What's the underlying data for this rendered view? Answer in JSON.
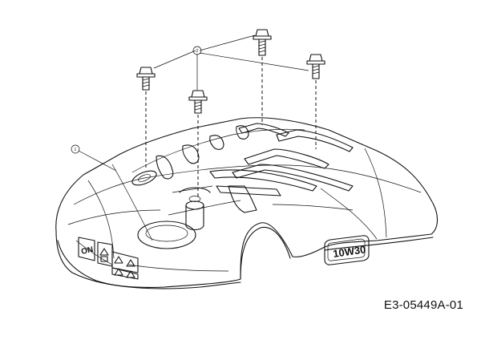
{
  "diagram": {
    "part_number": "E3-05449A-01",
    "callouts": [
      {
        "id": "callout-1",
        "label": "1"
      },
      {
        "id": "callout-2",
        "label": "2"
      }
    ],
    "oil_badge": "10W30"
  }
}
